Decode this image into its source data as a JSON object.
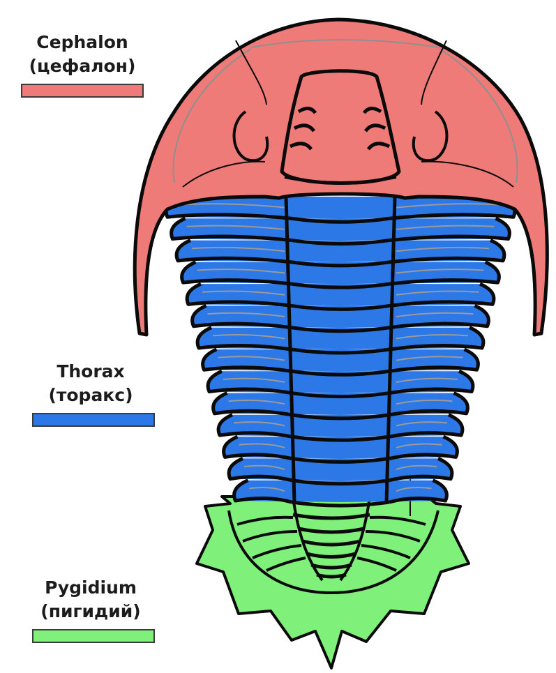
{
  "legend": {
    "cephalon": {
      "label": "Cephalon",
      "label_ru": "(цефалон)",
      "color": "#ef7b78"
    },
    "thorax": {
      "label": "Thorax",
      "label_ru": "(торакс)",
      "color": "#2c78e6"
    },
    "pygidium": {
      "label": "Pygidium",
      "label_ru": "(пигидий)",
      "color": "#7ff07a"
    }
  },
  "colors": {
    "outline": "#0a0a0a",
    "cephalon_fill": "#ef7b78",
    "thorax_fill": "#2c78e6",
    "pygidium_fill": "#7ff07a",
    "inner_line": "#9a9a9a"
  }
}
